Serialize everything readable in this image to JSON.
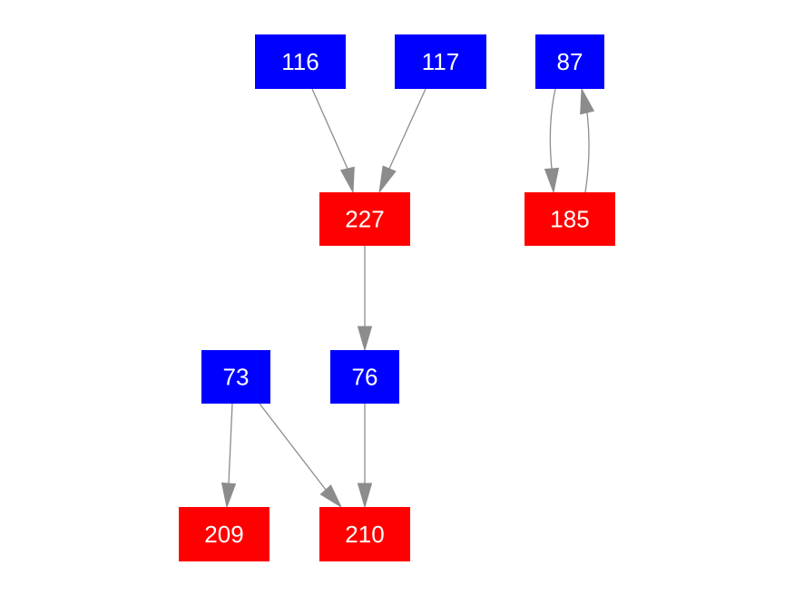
{
  "colors": {
    "blue_node": "#0000ff",
    "red_node": "#ff0000",
    "edge": "#8c8c8c",
    "label": "#ffffff",
    "background": "#ffffff"
  },
  "nodes": [
    {
      "id": "116",
      "label": "116",
      "color": "blue"
    },
    {
      "id": "117",
      "label": "117",
      "color": "blue"
    },
    {
      "id": "87",
      "label": "87",
      "color": "blue"
    },
    {
      "id": "227",
      "label": "227",
      "color": "red"
    },
    {
      "id": "185",
      "label": "185",
      "color": "red"
    },
    {
      "id": "73",
      "label": "73",
      "color": "blue"
    },
    {
      "id": "76",
      "label": "76",
      "color": "blue"
    },
    {
      "id": "209",
      "label": "209",
      "color": "red"
    },
    {
      "id": "210",
      "label": "210",
      "color": "red"
    }
  ],
  "edges": [
    {
      "from": "116",
      "to": "227"
    },
    {
      "from": "117",
      "to": "227"
    },
    {
      "from": "87",
      "to": "185"
    },
    {
      "from": "185",
      "to": "87"
    },
    {
      "from": "227",
      "to": "76"
    },
    {
      "from": "73",
      "to": "209"
    },
    {
      "from": "73",
      "to": "210"
    },
    {
      "from": "76",
      "to": "210"
    }
  ]
}
